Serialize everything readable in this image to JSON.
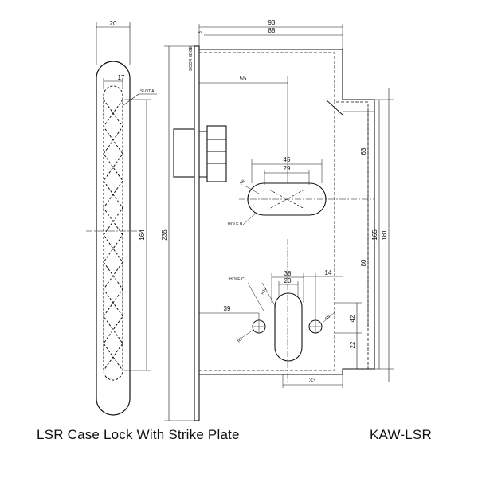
{
  "caption": {
    "title": "LSR Case Lock With Strike Plate",
    "code": "KAW-LSR"
  },
  "labels": {
    "door_edge": "DOOR EDGE",
    "slot_a": "SLOT A",
    "hole_b": "HOLE B",
    "hole_c": "HOLE C"
  },
  "dimensions": {
    "strike_width": "20",
    "slot_width": "17",
    "slot_length": "164",
    "faceplate_length": "235",
    "overall_width": "93",
    "body_width": "88",
    "faceplate_thickness": "3",
    "backset": "55",
    "hole_b_outer": "45",
    "hole_b_inner": "29",
    "hole_b_radius": "R8",
    "hole_c_outer": "38",
    "hole_c_inner": "20",
    "hole_c_radius": "R10",
    "fixing_offset": "14",
    "cylinder_backset": "39",
    "fix_hole_left": "R5",
    "fix_hole_right": "R5",
    "upper_height": "63",
    "case_height": "165",
    "overall_height": "181",
    "centre_distance": "80",
    "lower_height": "42",
    "bottom_height": "22",
    "bottom_width": "33"
  }
}
